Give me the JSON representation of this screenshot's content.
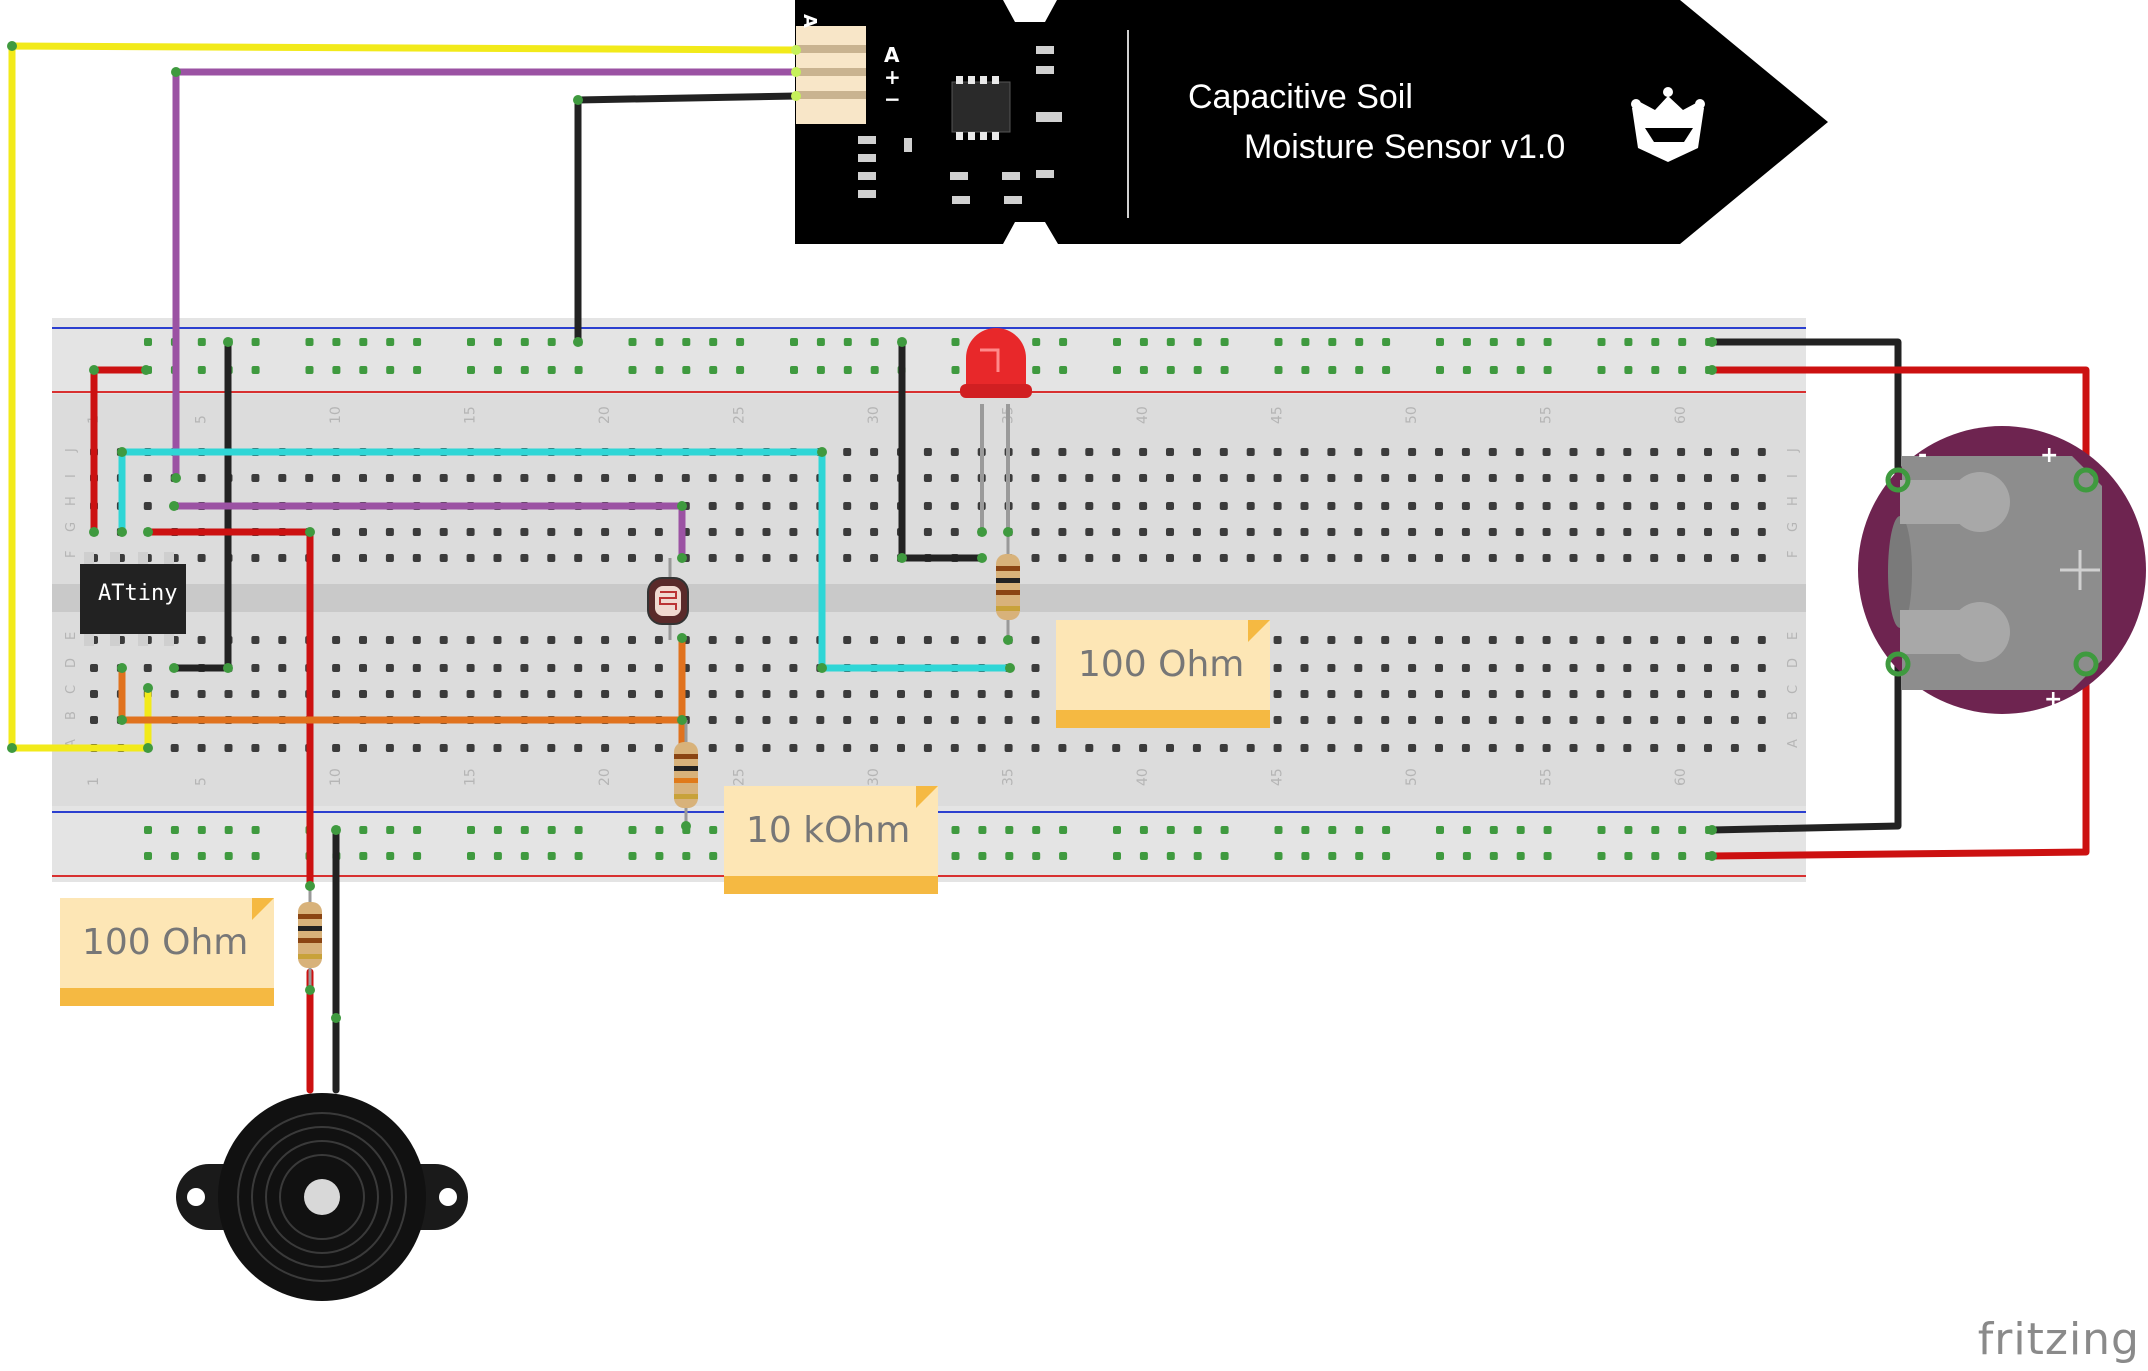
{
  "sensor": {
    "title_line1": "Capacitive Soil",
    "title_line2": "Moisture Sensor v1.0",
    "pin_a_top": "A",
    "pin_labels": [
      "A",
      "+",
      "−"
    ]
  },
  "chip": {
    "label": "ATtiny"
  },
  "breadboard": {
    "row_letters_top": [
      "J",
      "I",
      "H",
      "G",
      "F"
    ],
    "row_letters_bottom": [
      "E",
      "D",
      "C",
      "B",
      "A"
    ],
    "col_numbers": [
      "1",
      "5",
      "10",
      "15",
      "20",
      "25",
      "30",
      "35",
      "40",
      "45",
      "50",
      "55",
      "60"
    ]
  },
  "notes": [
    {
      "text": "100 Ohm"
    },
    {
      "text": "10 kOhm"
    },
    {
      "text": "100 Ohm"
    }
  ],
  "battery": {
    "plus_top": "+",
    "minus_top": "-",
    "plus_bottom": "+",
    "minus_bottom": "-"
  },
  "watermark": "fritzing",
  "colors": {
    "wire_yellow": "#f2ea1a",
    "wire_purple": "#9b52a3",
    "wire_black": "#222222",
    "wire_red": "#cc1111",
    "wire_cyan": "#2fd6d6",
    "wire_orange": "#e0721e",
    "breadboard": "#d9d9d9",
    "hole_green": "#3f9a3f",
    "led_red": "#e8282a",
    "battery_holder": "#6e2450",
    "note_fill": "#fde6b5",
    "note_strip": "#f5b942"
  }
}
